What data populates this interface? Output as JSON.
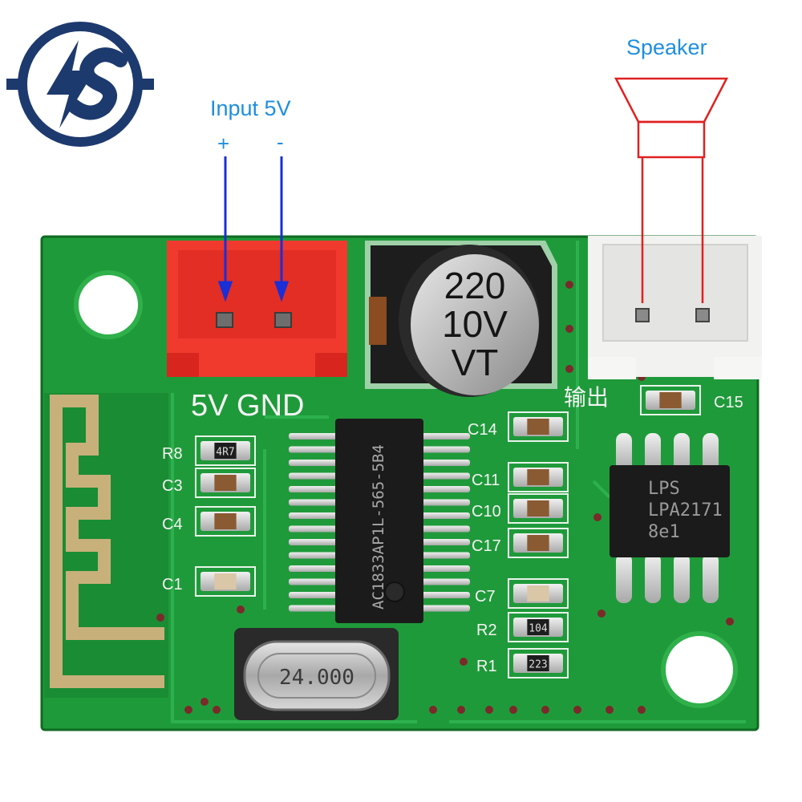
{
  "annotations": {
    "input_label": "Input 5V",
    "plus_sign": "+",
    "minus_sign": "-",
    "speaker_label": "Speaker"
  },
  "board": {
    "silkscreen_power": "5V GND",
    "silkscreen_output": "输出",
    "capacitor_line1": "220",
    "capacitor_line2": "10V",
    "capacitor_line3": "VT",
    "main_ic_text": "AC1833AP1L-565-5B4",
    "amp_ic_line1": "LPS",
    "amp_ic_line2": "LPA2171",
    "amp_ic_line3": "8e1",
    "crystal_text": "24.000",
    "labels": {
      "r8": "R8",
      "c3": "C3",
      "c4": "C4",
      "c1": "C1",
      "c14": "C14",
      "c11": "C11",
      "c10": "C10",
      "c17": "C17",
      "c7": "C7",
      "r2": "R2",
      "r1": "R1",
      "c15": "C15"
    },
    "resistor_codes": {
      "r8": "4R7",
      "r2": "104",
      "r1": "223"
    }
  },
  "colors": {
    "pcb_green": "#1f9a3a",
    "pcb_dark": "#127a2a",
    "connector_red": "#f03a2e",
    "connector_white": "#f2f2f0",
    "annotation_blue": "#1e8fe0",
    "arrow_blue": "#1a2fd6",
    "speaker_red": "#e02020",
    "logo_navy": "#1d3a6e"
  },
  "icons": {
    "logo": "is-lightning-logo-icon",
    "speaker": "speaker-icon"
  }
}
